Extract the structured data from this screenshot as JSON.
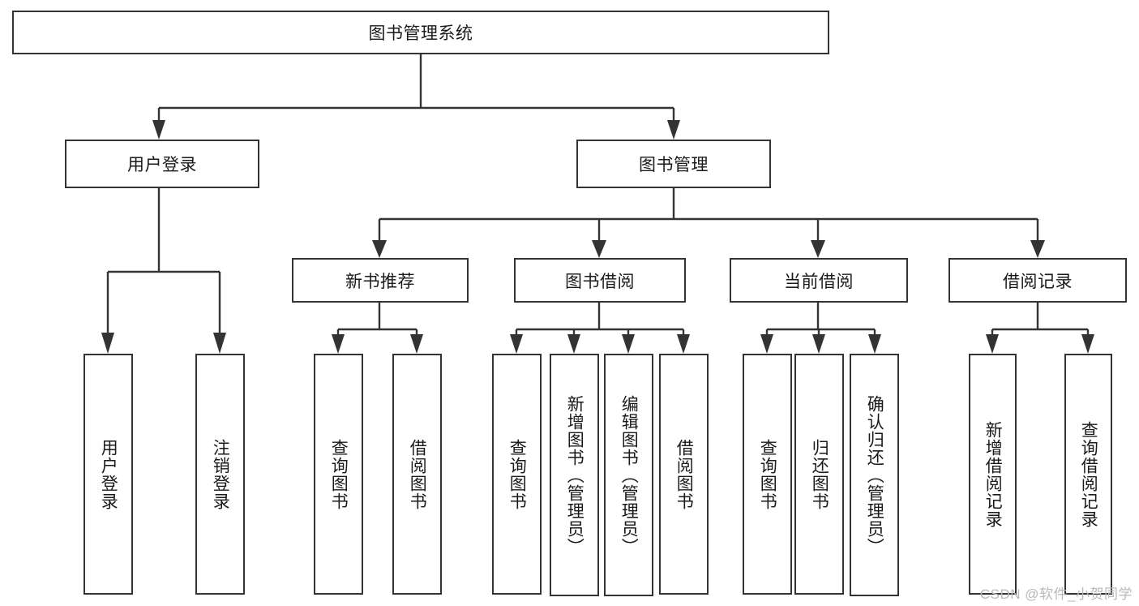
{
  "diagram": {
    "type": "tree-hierarchy-chart",
    "title": "图书管理系统",
    "root": {
      "label": "图书管理系统"
    },
    "level2": [
      {
        "label": "用户登录"
      },
      {
        "label": "图书管理"
      }
    ],
    "level3": [
      {
        "label": "新书推荐"
      },
      {
        "label": "图书借阅"
      },
      {
        "label": "当前借阅"
      },
      {
        "label": "借阅记录"
      }
    ],
    "leaves": {
      "user_login": [
        {
          "label": "用户登录"
        },
        {
          "label": "注销登录"
        }
      ],
      "new_book_recommend": [
        {
          "label": "查询图书"
        },
        {
          "label": "借阅图书"
        }
      ],
      "book_borrow": [
        {
          "label": "查询图书"
        },
        {
          "label": "新增图书（管理员）"
        },
        {
          "label": "编辑图书（管理员）"
        },
        {
          "label": "借阅图书"
        }
      ],
      "current_borrow": [
        {
          "label": "查询图书"
        },
        {
          "label": "归还图书"
        },
        {
          "label": "确认归还（管理员）"
        }
      ],
      "borrow_record": [
        {
          "label": "新增借阅记录"
        },
        {
          "label": "查询借阅记录"
        }
      ]
    }
  },
  "watermark": {
    "text": "CSDN @软件_小贺同学"
  },
  "colors": {
    "stroke": "#333333",
    "background": "#ffffff",
    "text": "#1a1a1a",
    "watermark": "#b9b9b9"
  }
}
